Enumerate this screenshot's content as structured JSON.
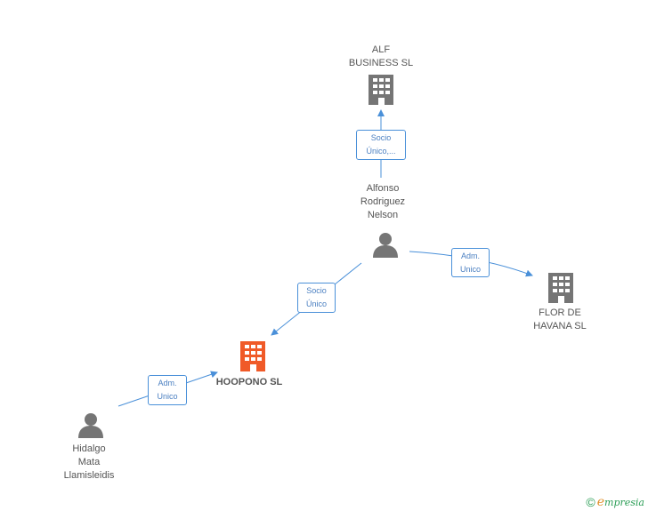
{
  "colors": {
    "edge": "#4a90d9",
    "node_icon": "#757575",
    "main_company_icon": "#f05a28",
    "text": "#555555"
  },
  "nodes": {
    "alf_business": {
      "lines": [
        "ALF",
        "BUSINESS  SL"
      ],
      "icon": "building-icon"
    },
    "alfonso": {
      "lines": [
        "Alfonso",
        "Rodriguez",
        "Nelson"
      ],
      "icon": "person-icon"
    },
    "flor_de_havana": {
      "lines": [
        "FLOR DE",
        "HAVANA SL"
      ],
      "icon": "building-icon"
    },
    "hoopono": {
      "lines": [
        "HOOPONO SL"
      ],
      "icon": "building-icon"
    },
    "hidalgo": {
      "lines": [
        "Hidalgo",
        "Mata",
        "Llamisleidis"
      ],
      "icon": "person-icon"
    }
  },
  "edges": {
    "alfonso_to_alf": {
      "lines": [
        "Socio",
        "Único,..."
      ]
    },
    "alfonso_to_flor": {
      "lines": [
        "Adm.",
        "Unico"
      ]
    },
    "alfonso_to_hoopono": {
      "lines": [
        "Socio",
        "Único"
      ]
    },
    "hidalgo_to_hoopono": {
      "lines": [
        "Adm.",
        "Unico"
      ]
    }
  },
  "footer": {
    "copyright": "©",
    "brand_initial": "e",
    "brand_rest": "mpresia"
  }
}
